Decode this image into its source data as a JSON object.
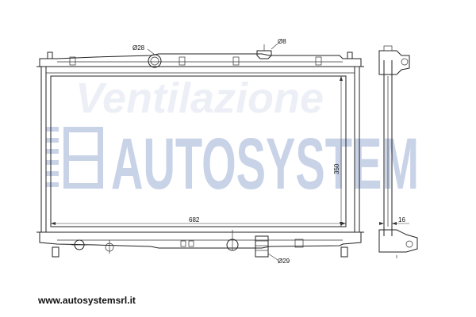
{
  "drawing": {
    "dimensions": {
      "cap_diameter": "Ø8",
      "inlet_diameter": "Ø28",
      "outlet_diameter": "Ø29",
      "core_width": "682",
      "core_height": "350",
      "core_thickness": "16"
    },
    "watermark": {
      "script_text": "Ventilazione",
      "brand_text": "AUTOSYSTEM"
    }
  },
  "footer": {
    "website": "www.autosystemsrl.it"
  },
  "colors": {
    "line": "#222222",
    "watermark": "#c9d3e8"
  }
}
